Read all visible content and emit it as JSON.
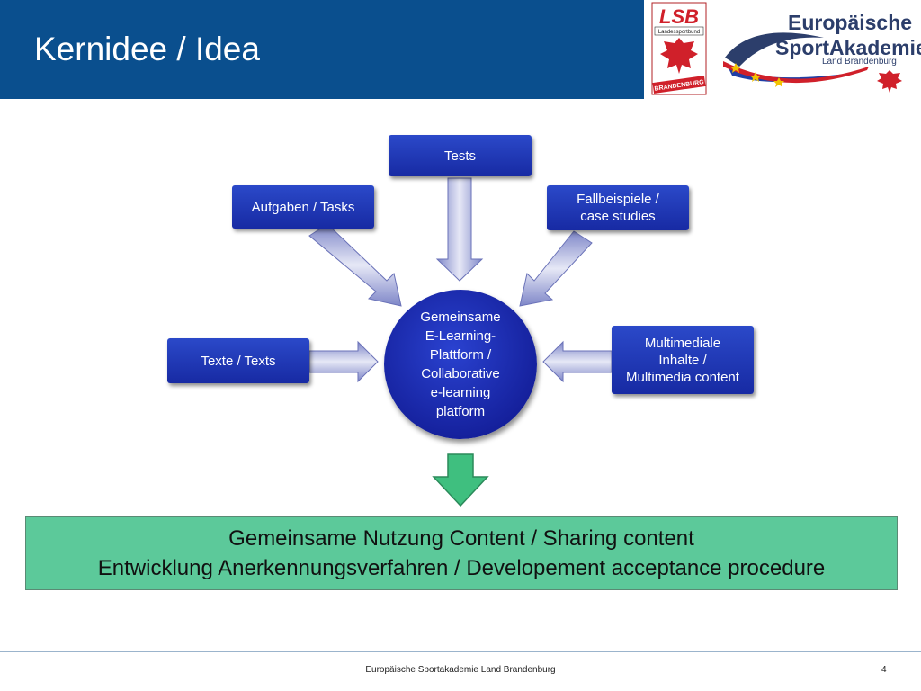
{
  "header": {
    "title": "Kernidee / Idea",
    "logos": {
      "lsb_text": "LSB",
      "lsb_band": "Landessportbund",
      "lsb_bottom": "BRANDENBURG",
      "esa_line1": "Europäische",
      "esa_line2": "SportAkademie",
      "esa_line3": "Land Brandenburg"
    }
  },
  "diagram": {
    "hub": "Gemeinsame\nE-Learning-\nPlattform /\nCollaborative\ne-learning\nplatform",
    "tests": "Tests",
    "tasks": "Aufgaben / Tasks",
    "case_studies": "Fallbeispiele /\ncase studies",
    "texts": "Texte / Texts",
    "multimedia": "Multimediale\nInhalte /\nMultimedia content"
  },
  "outcome": {
    "line1": "Gemeinsame Nutzung Content / Sharing content",
    "line2": "Entwicklung Anerkennungsverfahren / Developement acceptance procedure"
  },
  "footer": {
    "text": "Europäische Sportakademie Land Brandenburg",
    "page": "4"
  },
  "colors": {
    "header": "#0a4f8e",
    "box": "#1f35b8",
    "outcome": "#5cc99a",
    "green_arrow": "#3fbf7f"
  }
}
